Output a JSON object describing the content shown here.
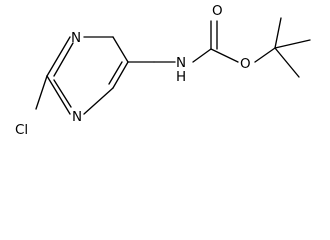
{
  "molecule": {
    "atoms": {
      "chlorine": "Cl",
      "ring_nitrogen_top": "N",
      "ring_nitrogen_bottom": "N",
      "amine_nitrogen": "N",
      "amine_hydrogen": "H",
      "carbonyl_oxygen": "O",
      "ester_oxygen": "O"
    },
    "colors": {
      "bond": "#000000",
      "label": "#000000",
      "background": "#ffffff"
    }
  }
}
